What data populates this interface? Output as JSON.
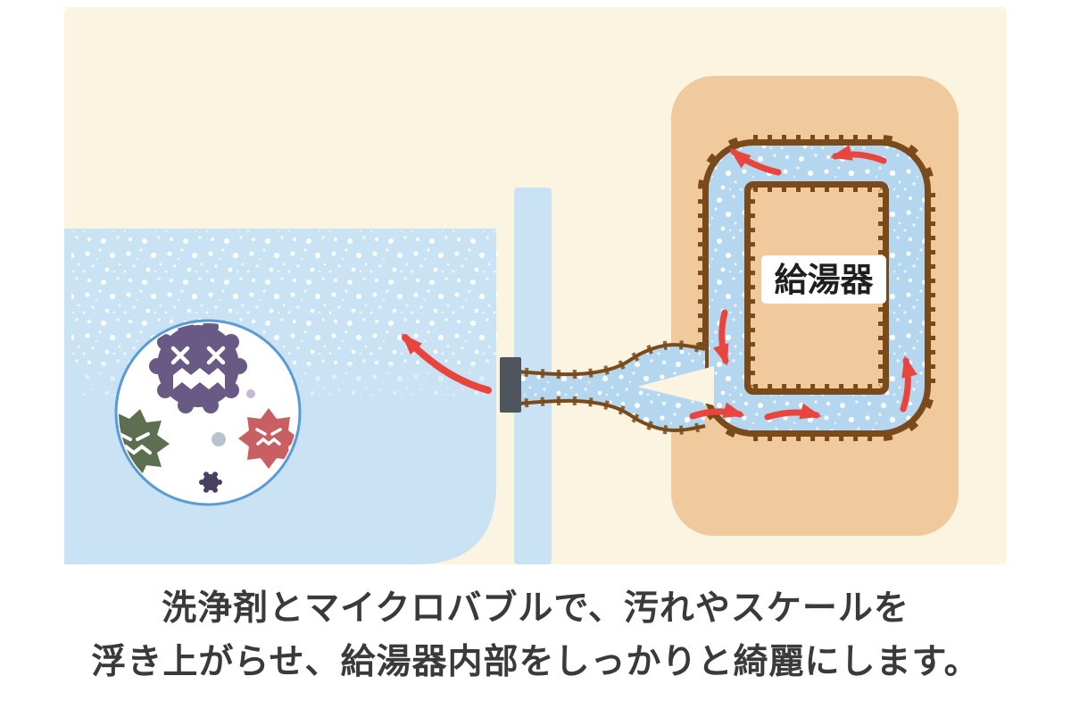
{
  "illustration": {
    "heater_label": "給湯器",
    "colors": {
      "panel_background": "#faf4e1",
      "water_blue": "#c9e2f4",
      "pipe_water_blue": "#b4d7ef",
      "heater_body": "#f0ca9c",
      "scale_dirt_brown": "#7a4a1a",
      "flow_arrow_red": "#e8453f",
      "magnifier_ring_blue": "#5b9bd5",
      "germ_purple": "#685a84",
      "germ_green": "#5d6e51",
      "germ_red": "#c75f63"
    }
  },
  "caption": {
    "line1": "洗浄剤とマイクロバブルで、汚れやスケールを",
    "line2": "浮き上がらせ、給湯器内部をしっかりと綺麗にします。"
  }
}
